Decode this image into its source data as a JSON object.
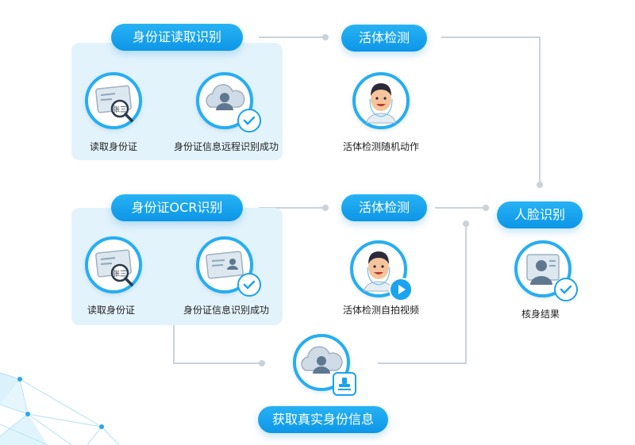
{
  "colors": {
    "accent": "#1aa3ee",
    "panel": "#e3f3fc",
    "connector": "#c9d3da",
    "text": "#222222"
  },
  "top_row": {
    "ocr_remote": {
      "title": "身份证读取识别",
      "items": [
        {
          "label": "读取身份证",
          "icon": "id-card-magnifier-icon"
        },
        {
          "label": "身份证信息远程识别成功",
          "icon": "cloud-user-check-icon"
        }
      ]
    },
    "liveness": {
      "title": "活体检测",
      "item": {
        "label": "活体检测随机动作",
        "icon": "face-avatar-icon"
      }
    }
  },
  "middle_row": {
    "ocr_local": {
      "title": "身份证OCR识别",
      "items": [
        {
          "label": "读取身份证",
          "icon": "id-card-magnifier-icon"
        },
        {
          "label": "身份证信息识别成功",
          "icon": "id-card-check-icon"
        }
      ]
    },
    "liveness": {
      "title": "活体检测",
      "item": {
        "label": "活体检测自拍视频",
        "icon": "face-video-icon"
      }
    }
  },
  "face_recognition": {
    "title": "人脸识别",
    "item": {
      "label": "核身结果",
      "icon": "verified-person-icon"
    }
  },
  "bottom": {
    "title": "获取真实身份信息",
    "icon": "cloud-user-stamp-icon"
  }
}
